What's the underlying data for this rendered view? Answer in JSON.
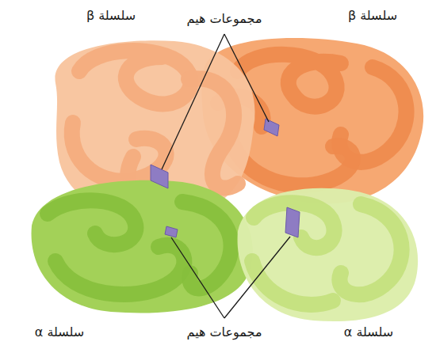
{
  "diagram": {
    "labels": [
      "سلسلة β",
      "مجموعات هيم",
      "سلسلة β",
      "سلسلة α",
      "مجموعات هيم",
      "سلسلة α"
    ]
  }
}
